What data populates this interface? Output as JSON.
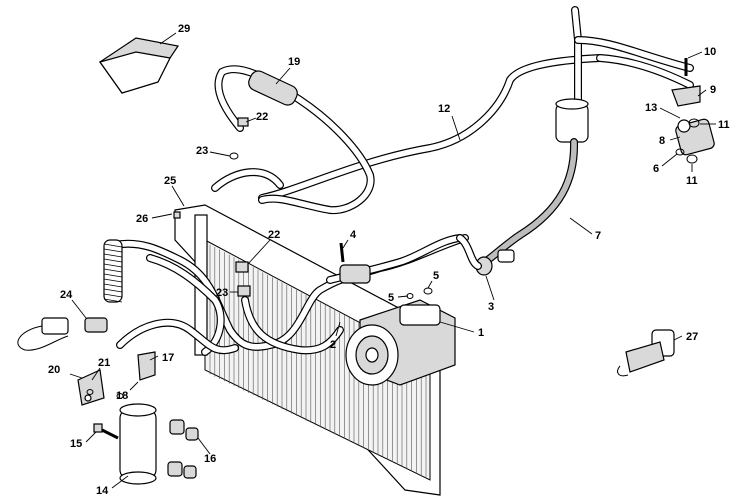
{
  "callouts": [
    {
      "label": "1"
    },
    {
      "label": "2"
    },
    {
      "label": "3"
    },
    {
      "label": "4"
    },
    {
      "label": "5"
    },
    {
      "label": "5"
    },
    {
      "label": "6"
    },
    {
      "label": "7"
    },
    {
      "label": "8"
    },
    {
      "label": "9"
    },
    {
      "label": "10"
    },
    {
      "label": "11"
    },
    {
      "label": "11"
    },
    {
      "label": "12"
    },
    {
      "label": "13"
    },
    {
      "label": "14"
    },
    {
      "label": "15"
    },
    {
      "label": "16"
    },
    {
      "label": "17"
    },
    {
      "label": "18"
    },
    {
      "label": "19"
    },
    {
      "label": "20"
    },
    {
      "label": "21"
    },
    {
      "label": "22"
    },
    {
      "label": "22"
    },
    {
      "label": "23"
    },
    {
      "label": "23"
    },
    {
      "label": "24"
    },
    {
      "label": "25"
    },
    {
      "label": "26"
    },
    {
      "label": "27"
    },
    {
      "label": "29"
    }
  ]
}
